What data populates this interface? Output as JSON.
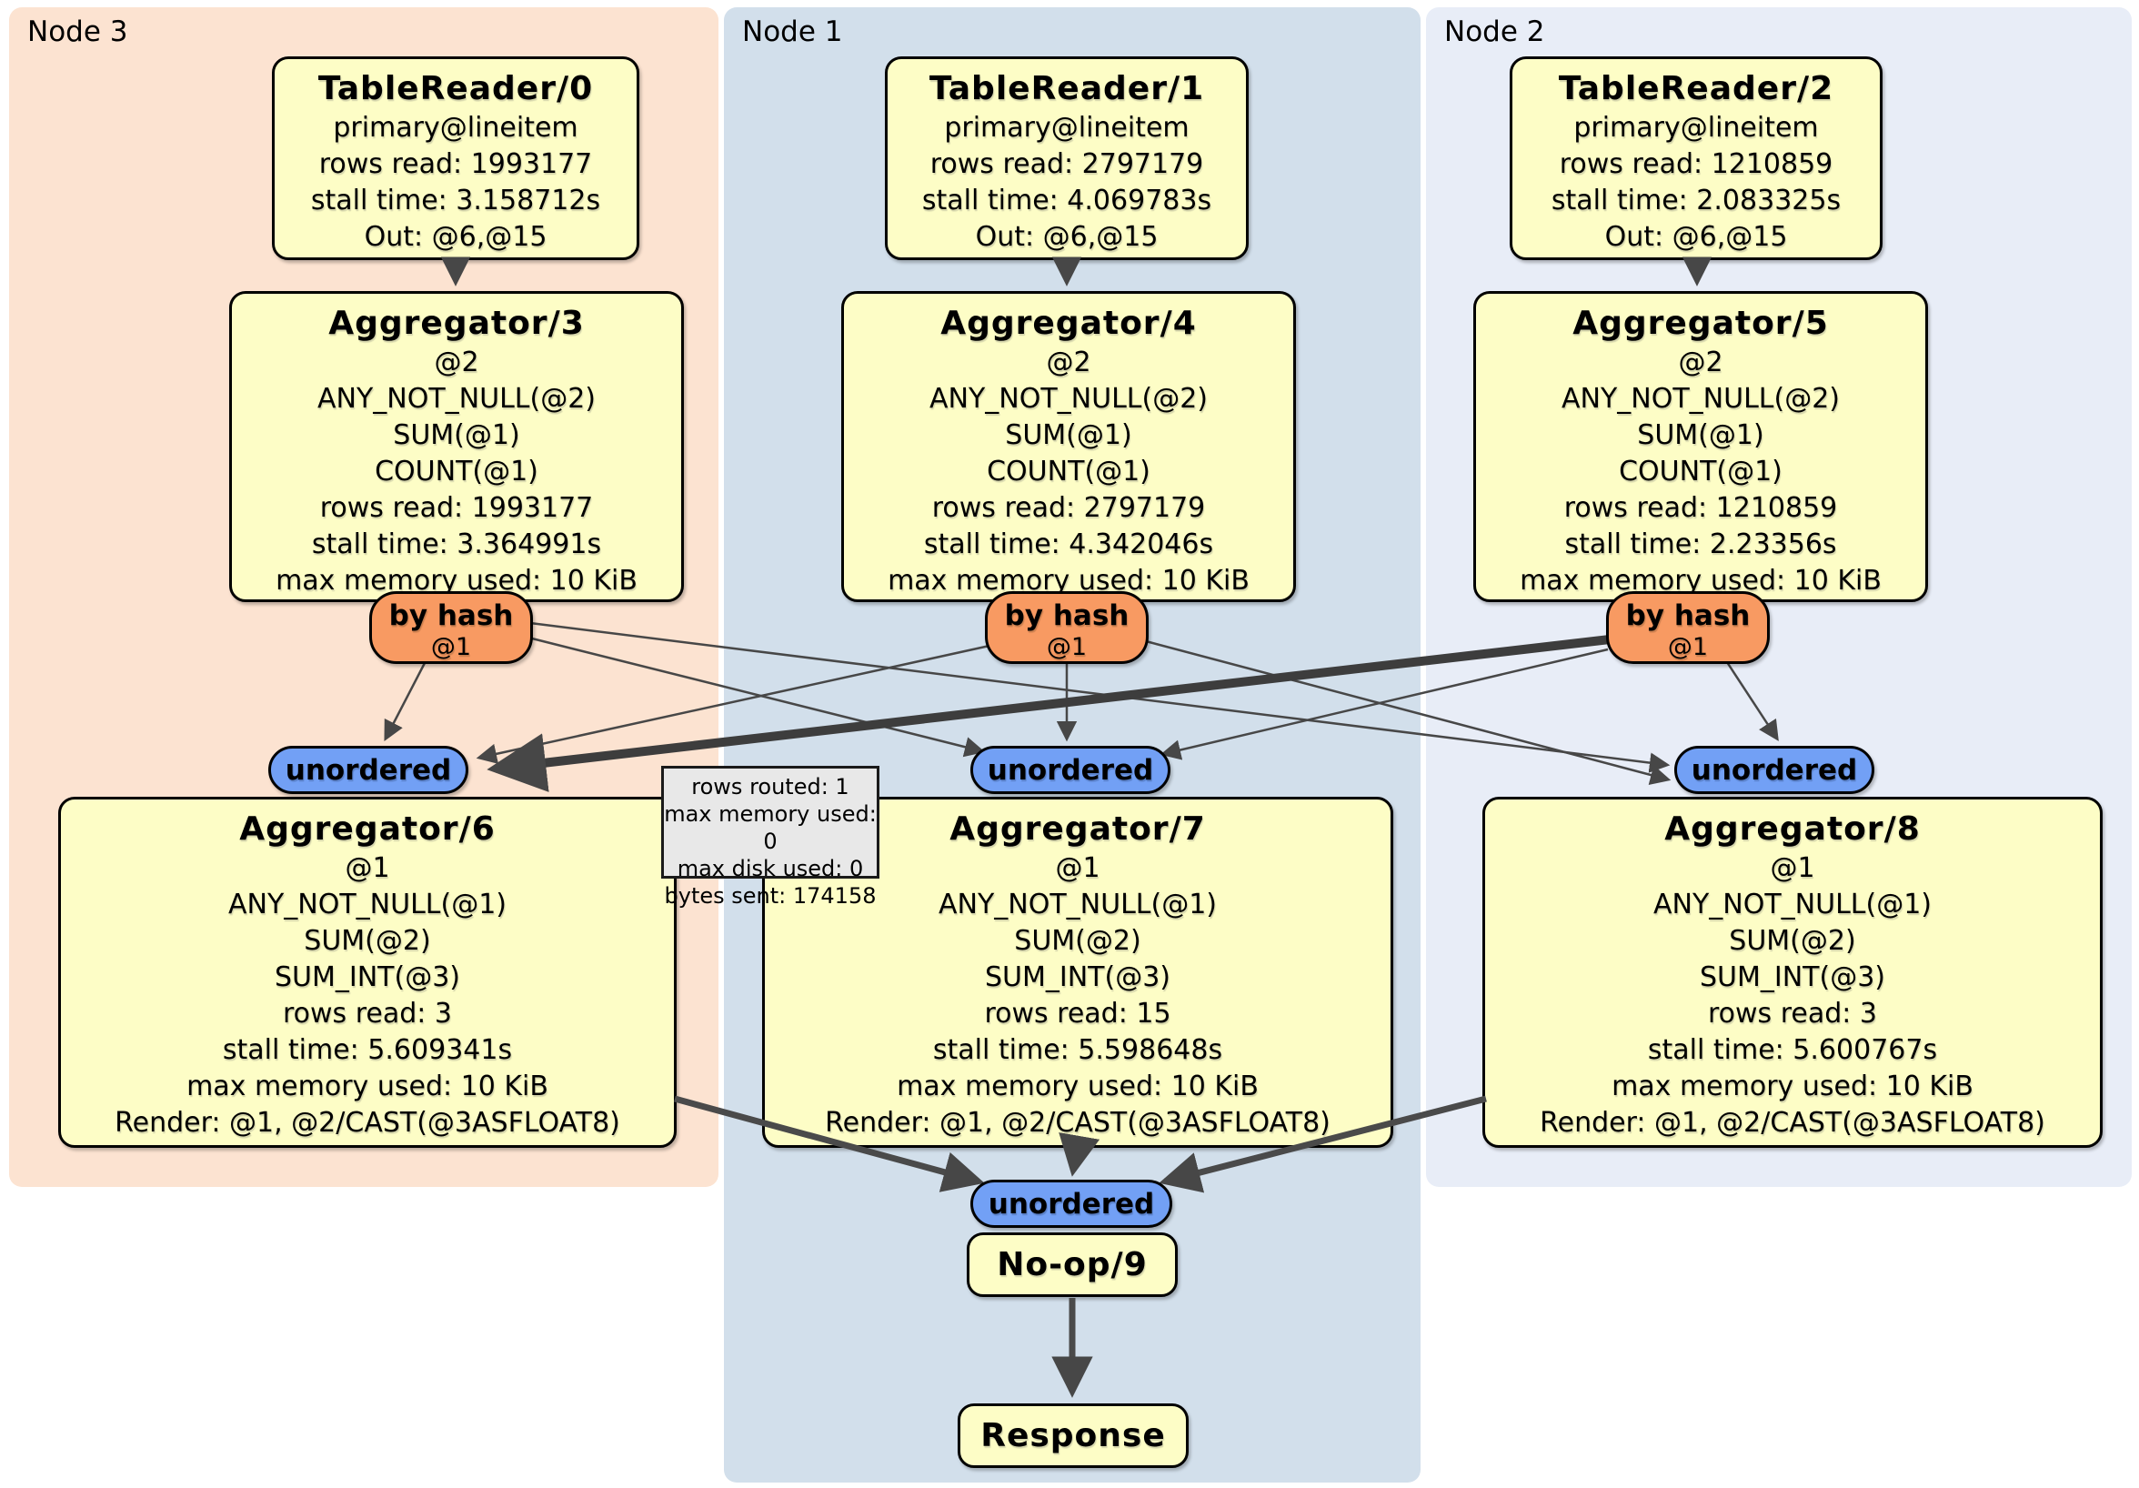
{
  "regions": {
    "node3": {
      "label": "Node 3"
    },
    "node1": {
      "label": "Node 1"
    },
    "node2": {
      "label": "Node 2"
    }
  },
  "colors": {
    "region_node3_bg": "#fce3d1",
    "region_node1_bg": "#d2dfeb",
    "region_node2_bg": "#e8edf7",
    "processor_bg": "#fdfdc6",
    "router_bg": "#f89a62",
    "sync_bg": "#72a0f5",
    "tooltip_bg": "#e8e8e8",
    "edge": "#474747"
  },
  "processors": {
    "tablereader0": {
      "title": "TableReader/0",
      "lines": [
        "primary@lineitem",
        "rows read: 1993177",
        "stall time: 3.158712s",
        "Out: @6,@15"
      ]
    },
    "tablereader1": {
      "title": "TableReader/1",
      "lines": [
        "primary@lineitem",
        "rows read: 2797179",
        "stall time: 4.069783s",
        "Out: @6,@15"
      ]
    },
    "tablereader2": {
      "title": "TableReader/2",
      "lines": [
        "primary@lineitem",
        "rows read: 1210859",
        "stall time: 2.083325s",
        "Out: @6,@15"
      ]
    },
    "aggregator3": {
      "title": "Aggregator/3",
      "lines": [
        "@2",
        "ANY_NOT_NULL(@2)",
        "SUM(@1)",
        "COUNT(@1)",
        "rows read: 1993177",
        "stall time: 3.364991s",
        "max memory used: 10 KiB"
      ]
    },
    "aggregator4": {
      "title": "Aggregator/4",
      "lines": [
        "@2",
        "ANY_NOT_NULL(@2)",
        "SUM(@1)",
        "COUNT(@1)",
        "rows read: 2797179",
        "stall time: 4.342046s",
        "max memory used: 10 KiB"
      ]
    },
    "aggregator5": {
      "title": "Aggregator/5",
      "lines": [
        "@2",
        "ANY_NOT_NULL(@2)",
        "SUM(@1)",
        "COUNT(@1)",
        "rows read: 1210859",
        "stall time: 2.23356s",
        "max memory used: 10 KiB"
      ]
    },
    "aggregator6": {
      "title": "Aggregator/6",
      "lines": [
        "@1",
        "ANY_NOT_NULL(@1)",
        "SUM(@2)",
        "SUM_INT(@3)",
        "rows read: 3",
        "stall time: 5.609341s",
        "max memory used: 10 KiB",
        "Render: @1, @2/CAST(@3ASFLOAT8)"
      ]
    },
    "aggregator7": {
      "title": "Aggregator/7",
      "lines": [
        "@1",
        "ANY_NOT_NULL(@1)",
        "SUM(@2)",
        "SUM_INT(@3)",
        "rows read: 15",
        "stall time: 5.598648s",
        "max memory used: 10 KiB",
        "Render: @1, @2/CAST(@3ASFLOAT8)"
      ]
    },
    "aggregator8": {
      "title": "Aggregator/8",
      "lines": [
        "@1",
        "ANY_NOT_NULL(@1)",
        "SUM(@2)",
        "SUM_INT(@3)",
        "rows read: 3",
        "stall time: 5.600767s",
        "max memory used: 10 KiB",
        "Render: @1, @2/CAST(@3ASFLOAT8)"
      ]
    },
    "noop9": {
      "title": "No-op/9"
    },
    "response": {
      "title": "Response"
    }
  },
  "router": {
    "label": "by hash",
    "key": "@1"
  },
  "sync": {
    "label": "unordered"
  },
  "tooltip": {
    "lines": [
      "rows routed: 1",
      "max memory used: 0",
      "max disk used: 0",
      "bytes sent: 174158"
    ]
  }
}
